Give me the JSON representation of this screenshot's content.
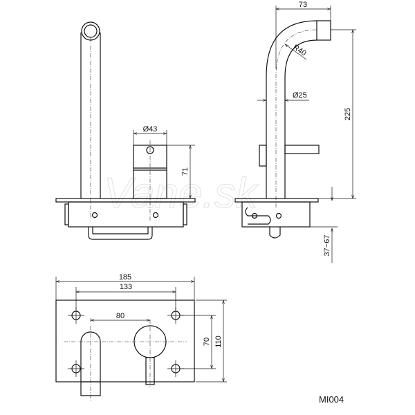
{
  "drawing_code": "MI004",
  "watermark": "Vane.sk",
  "dimensions": {
    "mixer_diameter": "Ø43",
    "mixer_height": "71",
    "spout_reach": "73",
    "bend_radius": "R40",
    "pipe_diameter": "Ø25",
    "spout_height": "225",
    "wall_depth": "37~67",
    "plate_width": "185",
    "hole_spacing_h": "133",
    "axis_spacing": "80",
    "hole_spacing_v": "70",
    "plate_height": "110"
  }
}
